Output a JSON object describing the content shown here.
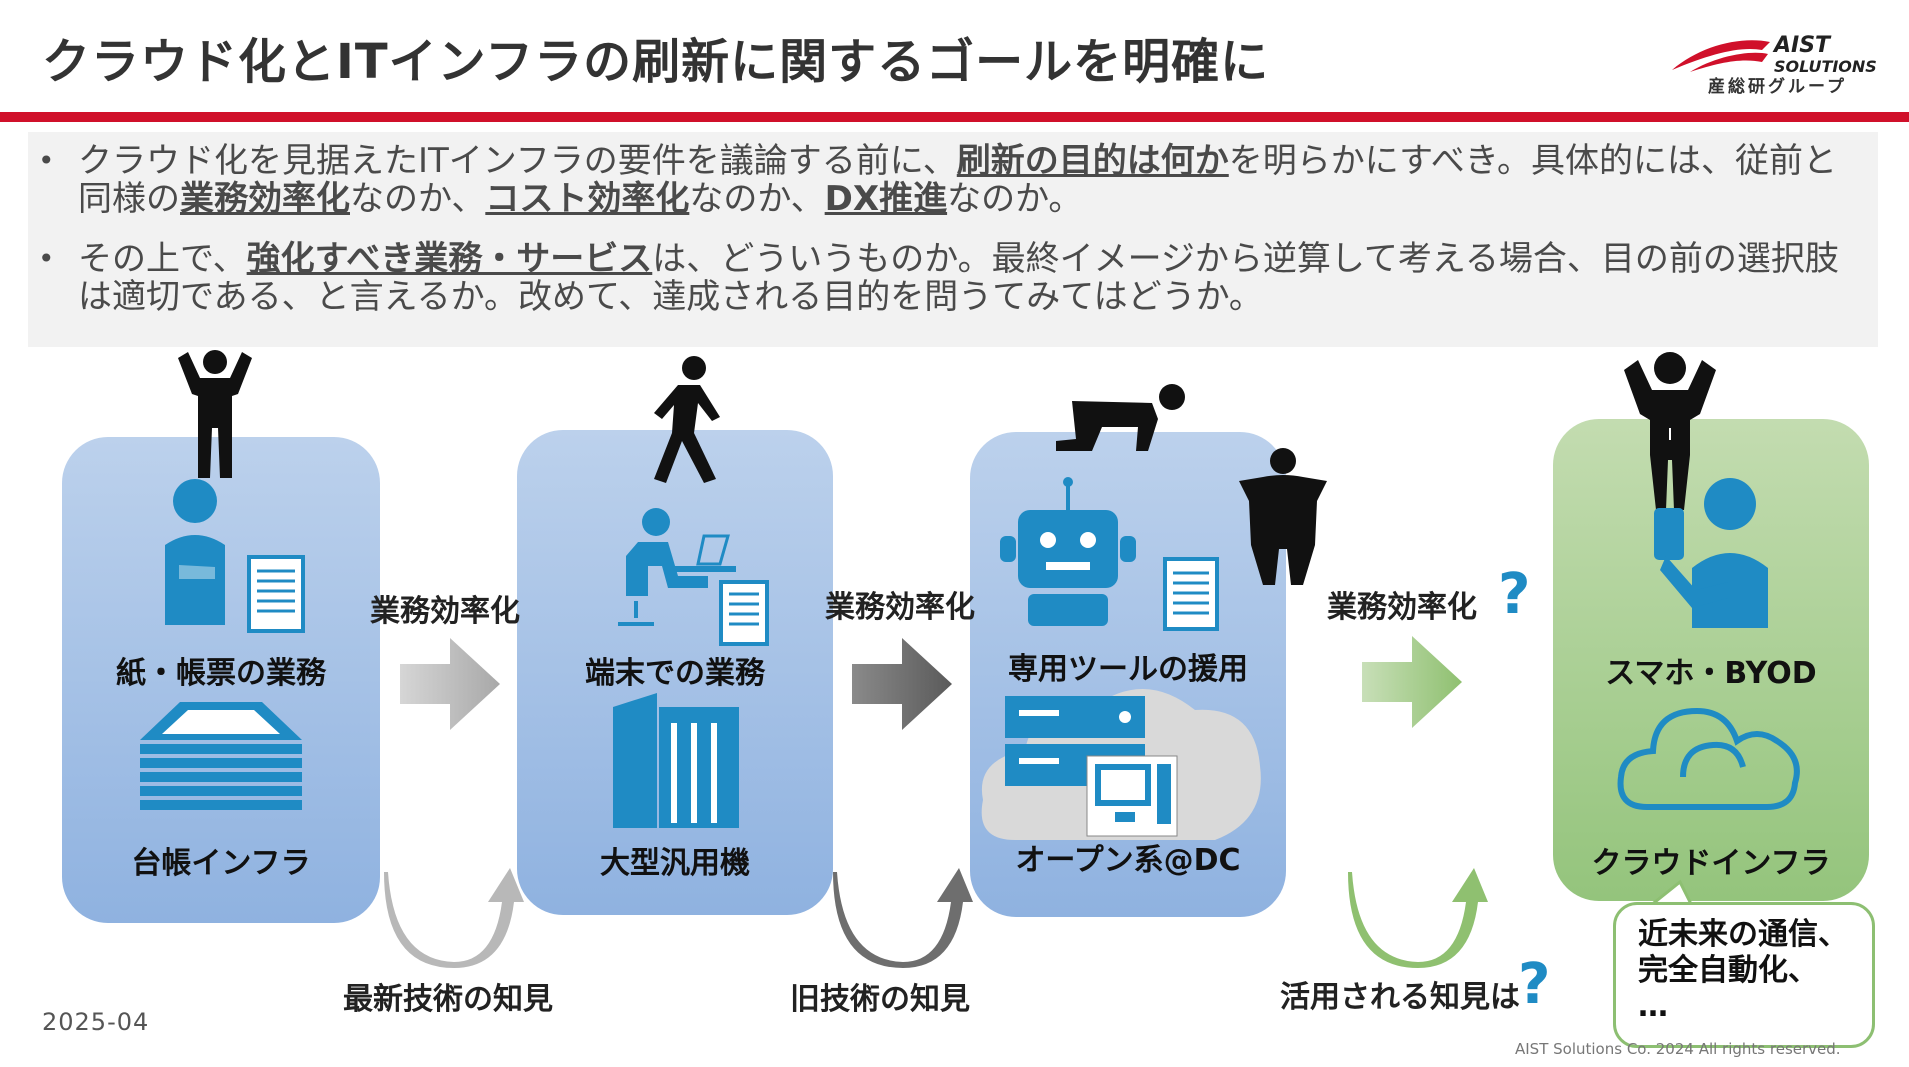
{
  "header": {
    "title": "クラウド化とITインフラの刷新に関するゴールを明確に",
    "logo_text_1": "AIST",
    "logo_text_2": "SOLUTIONS",
    "logo_sub": "産総研グループ"
  },
  "bullets": [
    {
      "parts": [
        {
          "text": "クラウド化を見据えたITインフラの要件を議論する前に、",
          "u": false
        },
        {
          "text": "刷新の目的は何か",
          "u": true
        },
        {
          "text": "を明らかにすべき。具体的には、従前と同様の",
          "u": false
        },
        {
          "text": "業務効率化",
          "u": true
        },
        {
          "text": "なのか、",
          "u": false
        },
        {
          "text": "コスト効率化",
          "u": true
        },
        {
          "text": "なのか、",
          "u": false
        },
        {
          "text": "DX推進",
          "u": true
        },
        {
          "text": "なのか。",
          "u": false
        }
      ]
    },
    {
      "parts": [
        {
          "text": "その上で、",
          "u": false
        },
        {
          "text": "強化すべき業務・サービス",
          "u": true
        },
        {
          "text": "は、どういうものか。最終イメージから逆算して考える場合、目の前の選択肢は適切である、と言えるか。改めて、達成される目的を問うてみてはどうか。",
          "u": false
        }
      ]
    }
  ],
  "stages": [
    {
      "top_label": "紙・帳票の業務",
      "bottom_label": "台帳インフラ"
    },
    {
      "top_label": "端末での業務",
      "bottom_label": "大型汎用機"
    },
    {
      "top_label": "専用ツールの援用",
      "bottom_label": "オープン系@DC"
    },
    {
      "top_label": "スマホ・BYOD",
      "bottom_label": "クラウドインフラ"
    }
  ],
  "transitions": [
    {
      "label": "業務効率化",
      "knowledge": "最新技術の知見"
    },
    {
      "label": "業務効率化",
      "knowledge": "旧技術の知見"
    },
    {
      "label": "業務効率化",
      "knowledge": "活用される知見は"
    }
  ],
  "question_mark": "?",
  "callout": {
    "line1": "近未来の通信、",
    "line2": "完全自動化、",
    "line3": "…"
  },
  "footer": {
    "date": "2025-04",
    "copyright": "AIST Solutions Co. 2024 All rights reserved."
  },
  "colors": {
    "accent_red": "#d0102a",
    "icon_blue": "#1f8bc4",
    "stage_blue": "#a7c3e8",
    "stage_green": "#acd095"
  }
}
